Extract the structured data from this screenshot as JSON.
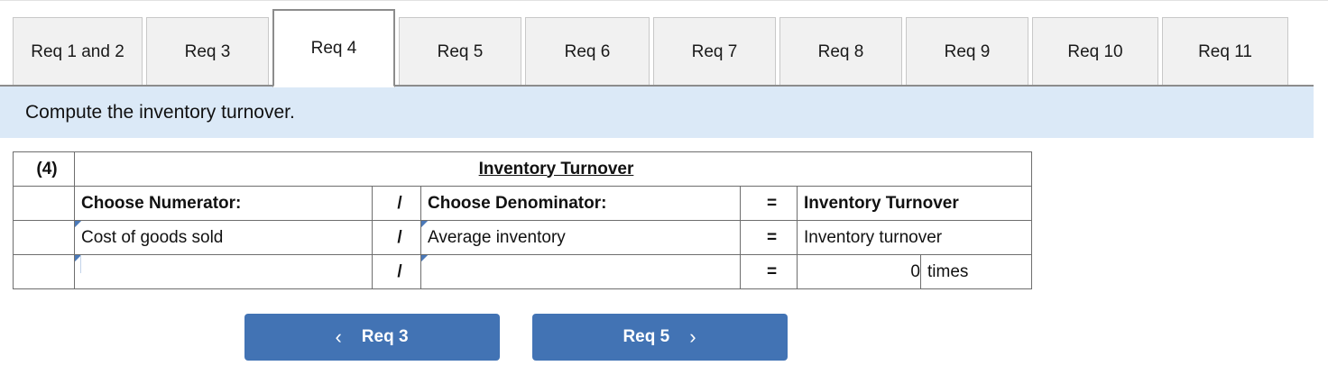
{
  "tabs": {
    "items": [
      {
        "label": "Req 1 and 2",
        "active": false,
        "width": 144
      },
      {
        "label": "Req 3",
        "active": false,
        "width": 136
      },
      {
        "label": "Req 4",
        "active": true,
        "width": 136
      },
      {
        "label": "Req 5",
        "active": false,
        "width": 136
      },
      {
        "label": "Req 6",
        "active": false,
        "width": 138
      },
      {
        "label": "Req 7",
        "active": false,
        "width": 136
      },
      {
        "label": "Req 8",
        "active": false,
        "width": 136
      },
      {
        "label": "Req 9",
        "active": false,
        "width": 136
      },
      {
        "label": "Req 10",
        "active": false,
        "width": 140
      },
      {
        "label": "Req 11",
        "active": false,
        "width": 140
      }
    ]
  },
  "instruction": {
    "text": "Compute the inventory turnover."
  },
  "answer_table": {
    "requirement_number": "(4)",
    "title": "Inventory Turnover",
    "headers": {
      "numerator": "Choose Numerator:",
      "divide_operator": "/",
      "denominator": "Choose Denominator:",
      "equals_operator": "=",
      "result": "Inventory Turnover"
    },
    "rows": [
      {
        "numerator": "Cost of goods sold",
        "divide_operator": "/",
        "denominator": "Average inventory",
        "equals_operator": "=",
        "result": "Inventory turnover",
        "unit": ""
      },
      {
        "numerator": "",
        "divide_operator": "/",
        "denominator": "",
        "equals_operator": "=",
        "result": "0",
        "unit": "times"
      }
    ]
  },
  "navigation": {
    "prev": {
      "label": "Req 3",
      "icon": "chevron-left-icon",
      "glyph": "‹"
    },
    "next": {
      "label": "Req 5",
      "icon": "chevron-right-icon",
      "glyph": "›"
    }
  },
  "colors": {
    "header_blue": "#82aae3",
    "banner_blue": "#dbe9f7",
    "button_blue": "#4273b4",
    "tab_inactive": "#f1f1f1",
    "marker_blue": "#4a79b8"
  }
}
